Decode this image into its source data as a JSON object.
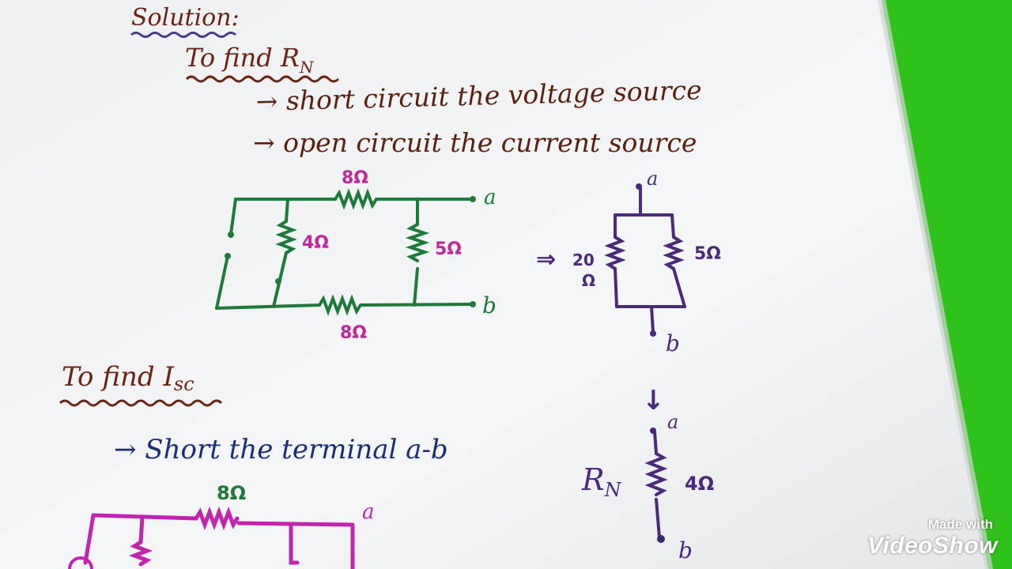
{
  "page": {
    "solution_heading": "Solution:",
    "rn_heading_main": "To find R",
    "rn_heading_sub": "N",
    "step1": "→ short circuit the voltage source",
    "step2": "→ open circuit the current source",
    "isc_heading_main": "To find I",
    "isc_heading_sub": "sc",
    "isc_step": "→ Short the terminal a-b"
  },
  "circuit1": {
    "r_top": "8Ω",
    "r_mid_left": "4Ω",
    "r_mid_right": "5Ω",
    "r_bottom": "8Ω",
    "terminal_a": "a",
    "terminal_b": "b"
  },
  "circuit2": {
    "arrow": "⇒",
    "r_left_value": "20",
    "r_left_unit": "Ω",
    "r_right": "5Ω",
    "terminal_a": "a",
    "terminal_b": "b"
  },
  "circuit3": {
    "arrow": "↓",
    "rn_main": "R",
    "rn_sub": "N",
    "r_value": "4Ω",
    "terminal_a": "a",
    "terminal_b": "b"
  },
  "circuit4": {
    "r_top": "8Ω",
    "terminal_a": "a"
  },
  "watermark": {
    "made_with": "Made with",
    "brand": "VideoShow"
  },
  "colors": {
    "paper": "#f4f5f6",
    "green_bg": "#2fc21a",
    "heading_brown": "#6b2414",
    "text_brown": "#5a2010",
    "circuit_green": "#1e7a3a",
    "value_magenta": "#c0289a",
    "circuit_purple": "#4a2a7a",
    "isc_blue": "#1a2e78",
    "circuit_magenta": "#c025b0"
  }
}
